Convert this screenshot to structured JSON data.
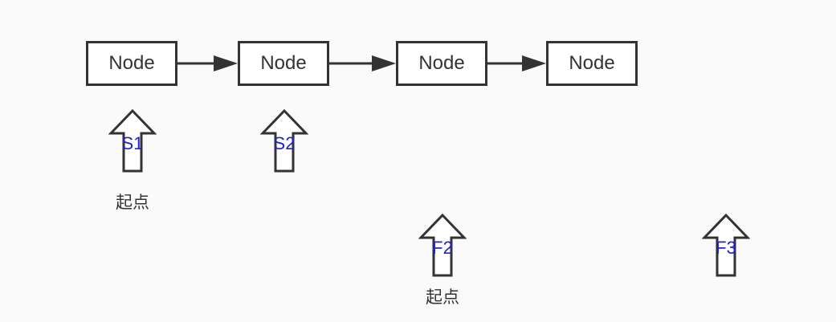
{
  "nodes": [
    {
      "label": "Node"
    },
    {
      "label": "Node"
    },
    {
      "label": "Node"
    },
    {
      "label": "Node"
    }
  ],
  "pointers": {
    "s1": "S1",
    "s2": "S2",
    "f2": "F2",
    "f3": "F3"
  },
  "captions": {
    "slow_start": "起点",
    "fast_start": "起点"
  },
  "colors": {
    "stroke": "#333333",
    "pointer_label": "#2222cc",
    "background": "#fafafa"
  }
}
